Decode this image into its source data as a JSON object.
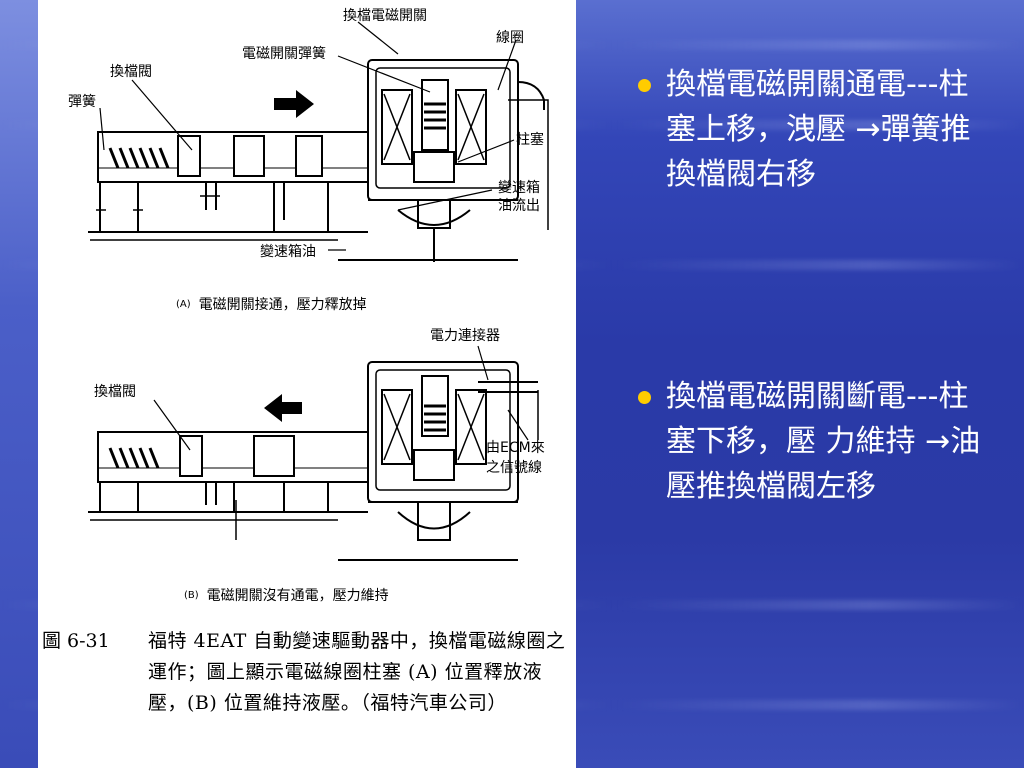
{
  "diagram": {
    "top_labels": {
      "solenoid": "換檔電磁開關",
      "coil": "線圈",
      "spring_solenoid": "電磁開關彈簧",
      "shift_valve": "換檔閥",
      "spring": "彈簧",
      "plunger": "柱塞",
      "trans_fluid_out_1": "變速箱",
      "trans_fluid_out_2": "油流出",
      "trans_fluid": "變速箱油"
    },
    "caption_a": {
      "tag": "(A)",
      "text": "電磁開關接通，壓力釋放掉"
    },
    "bottom_labels": {
      "connector": "電力連接器",
      "shift_valve": "換檔閥",
      "ecm_signal_1": "由ECM來",
      "ecm_signal_2": "之信號線"
    },
    "caption_b": {
      "tag": "(B)",
      "text": "電磁開關沒有通電，壓力維持"
    },
    "figure_caption": {
      "number": "圖 6-31",
      "text": "福特 4EAT 自動變速驅動器中，換檔電磁線圈之運作；圖上顯示電磁線圈柱塞 (A) 位置釋放液壓，(B) 位置維持液壓。（福特汽車公司）"
    }
  },
  "bullets": [
    "換檔電磁開關通電---柱塞上移，洩壓  →彈簧推換檔閥右移",
    "換檔電磁開關斷電---柱塞下移，壓 力維持 →油壓推換檔閥左移"
  ],
  "colors": {
    "bullet_dot": "#ffcc00",
    "text": "#ffffff",
    "background": "#2b3aa6"
  }
}
